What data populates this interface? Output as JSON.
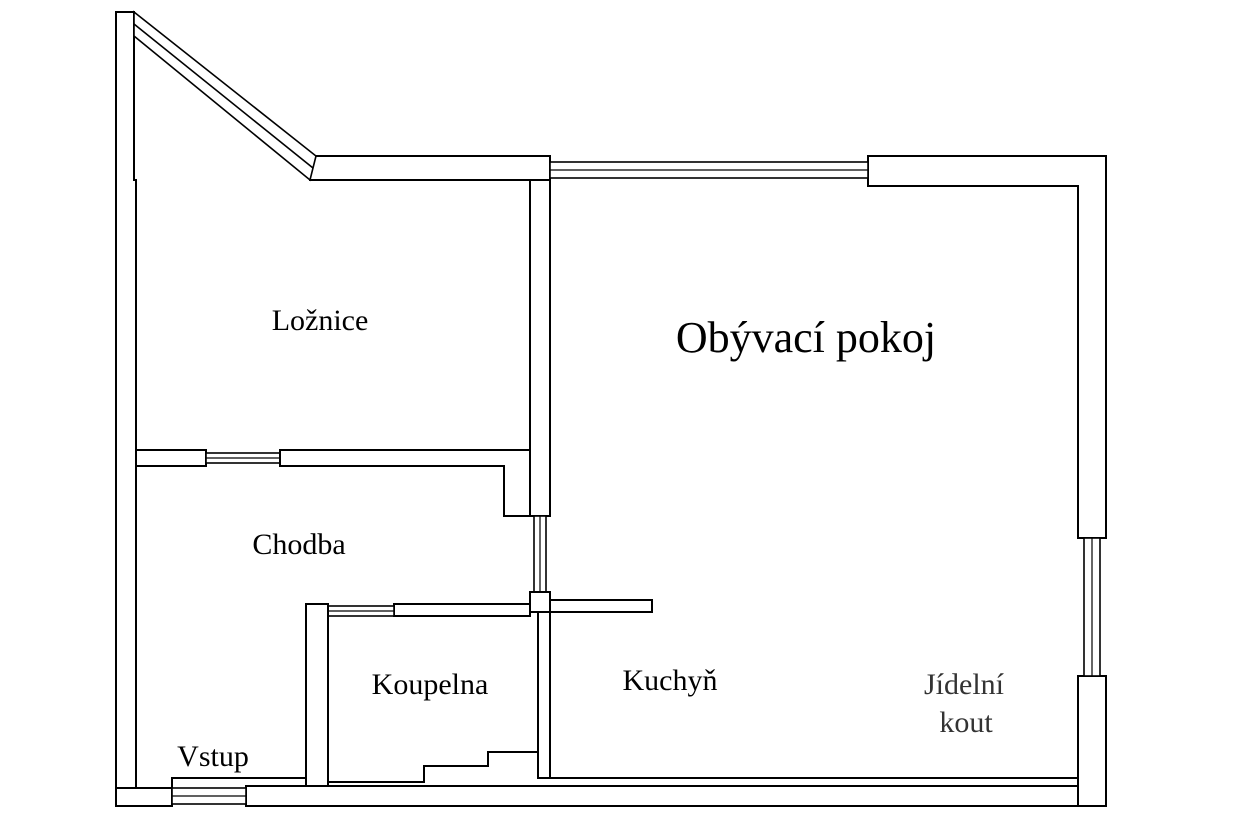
{
  "rooms": {
    "loznice": "Ložnice",
    "obyvaci_pokoj": "Obývací pokoj",
    "chodba": "Chodba",
    "koupelna": "Koupelna",
    "kuchyn": "Kuchyň",
    "jidelni_kout_line1": "Jídelní",
    "jidelni_kout_line2": "kout",
    "vstup": "Vstup"
  },
  "colors": {
    "line": "#000000",
    "background": "#ffffff"
  }
}
